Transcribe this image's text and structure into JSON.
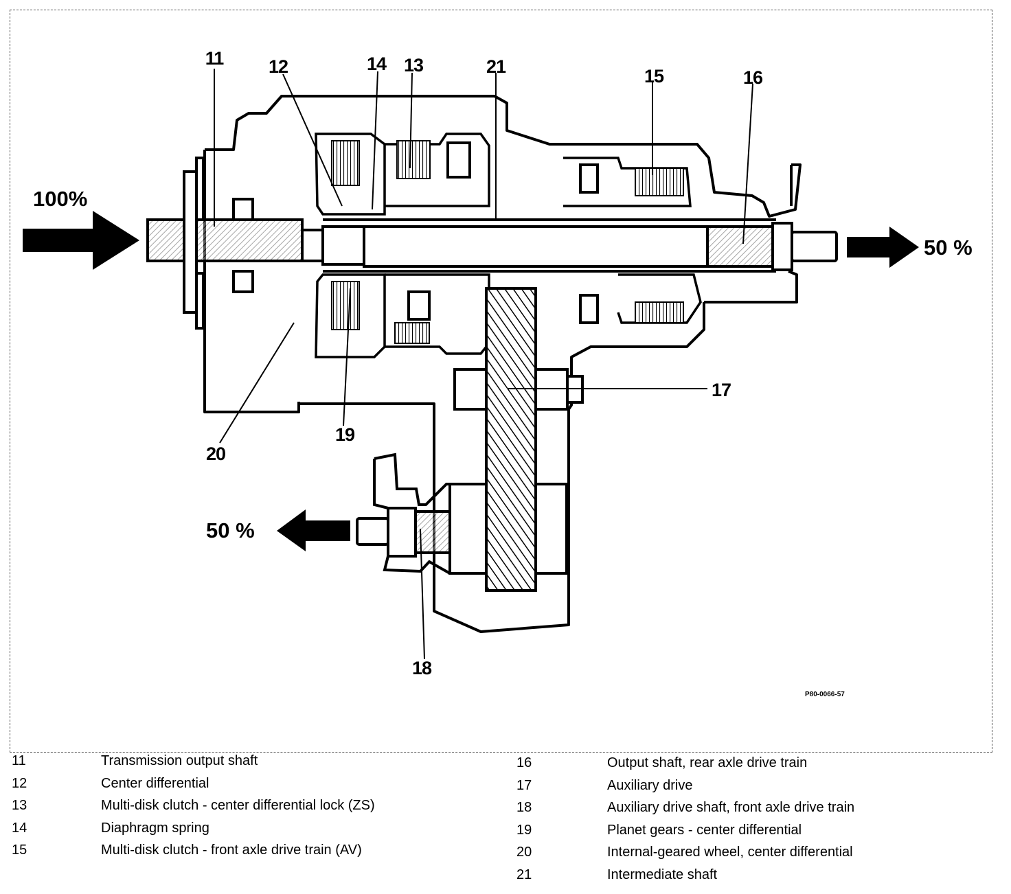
{
  "diagram": {
    "callouts": [
      "11",
      "12",
      "14",
      "13",
      "21",
      "15",
      "16",
      "17",
      "19",
      "20",
      "18"
    ],
    "input_label": "100%",
    "rear_output_label": "50 %",
    "front_output_label": "50 %",
    "drawing_code": "P80-0066-57"
  },
  "legend": {
    "left": [
      {
        "num": "11",
        "text": "Transmission output shaft"
      },
      {
        "num": "12",
        "text": "Center differential"
      },
      {
        "num": "13",
        "text": "Multi-disk clutch - center differential lock (ZS)"
      },
      {
        "num": "14",
        "text": "Diaphragm spring"
      },
      {
        "num": "15",
        "text": "Multi-disk clutch - front axle drive train  (AV)"
      }
    ],
    "right": [
      {
        "num": "16",
        "text": "Output shaft, rear axle drive train"
      },
      {
        "num": "17",
        "text": "Auxiliary drive"
      },
      {
        "num": "18",
        "text": "Auxiliary drive shaft, front axle drive train"
      },
      {
        "num": "19",
        "text": "Planet gears - center differential"
      },
      {
        "num": "20",
        "text": "Internal-geared wheel, center differential"
      },
      {
        "num": "21",
        "text": "Intermediate shaft"
      }
    ]
  }
}
